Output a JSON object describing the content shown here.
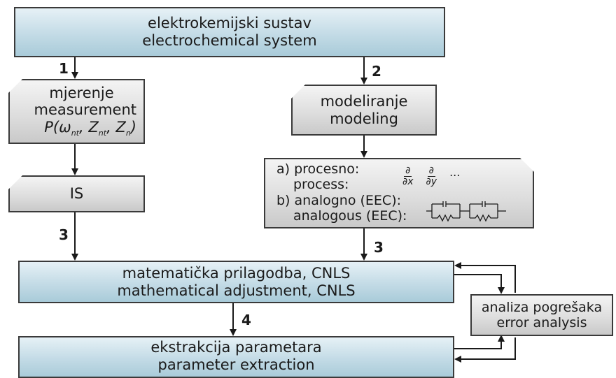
{
  "nodes": {
    "electrochemical_system": {
      "line1": "elektrokemijski sustav",
      "line2": "electrochemical system"
    },
    "measurement": {
      "line1": "mjerenje",
      "line2": "measurement",
      "line3": "P(ω",
      "line3_sub1": "nt",
      "line3_mid1": ", Z",
      "line3_sub2": "nt",
      "line3_mid2": ", Z",
      "line3_sub3": "n",
      "line3_end": ")"
    },
    "is": {
      "label": "IS"
    },
    "modeling": {
      "line1": "modeliranje",
      "line2": "modeling"
    },
    "model_types": {
      "a_line1": "a) procesno:",
      "a_line2": "process:",
      "partial_x_num": "∂",
      "partial_x_den": "∂x",
      "partial_y_num": "∂",
      "partial_y_den": "∂y",
      "ellipsis": "...",
      "b_line1": "b) analogno (EEC):",
      "b_line2": "analogous (EEC):"
    },
    "mathematical_adjustment": {
      "line1": "matematička prilagodba, CNLS",
      "line2": "mathematical adjustment, CNLS"
    },
    "error_analysis": {
      "line1": "analiza pogrešaka",
      "line2": "error analysis"
    },
    "parameter_extraction": {
      "line1": "ekstrakcija parametara",
      "line2": "parameter extraction"
    }
  },
  "step_labels": {
    "s1": "1",
    "s2": "2",
    "s3_left": "3",
    "s3_right": "3",
    "s4": "4"
  },
  "colors": {
    "blue_box": "#c3dbe6",
    "gray_box": "#dcdcdc",
    "line": "#1a1a1a"
  }
}
